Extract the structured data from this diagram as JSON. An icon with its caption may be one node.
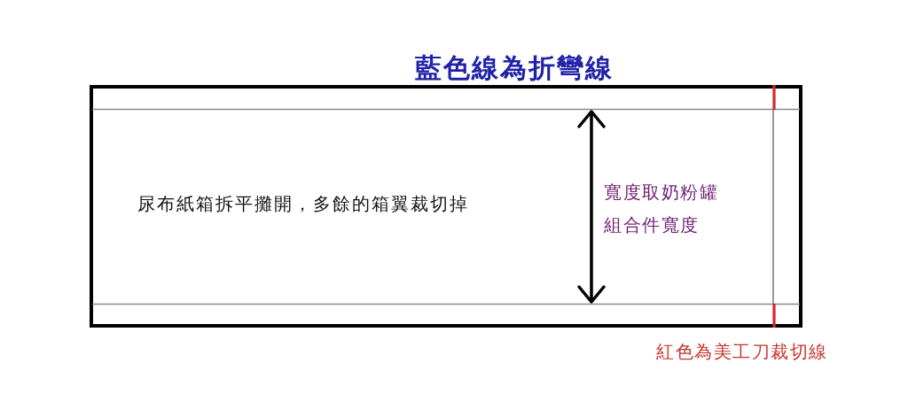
{
  "diagram": {
    "title": "藍色線為折彎線",
    "nodes": [
      {
        "text": [
          "尿布紙箱拆平攤開，多餘的箱翼裁切掉"
        ]
      }
    ],
    "labels": [
      "寬度取奶粉罐組合件寬度",
      "紅色為美工刀裁切線"
    ]
  }
}
